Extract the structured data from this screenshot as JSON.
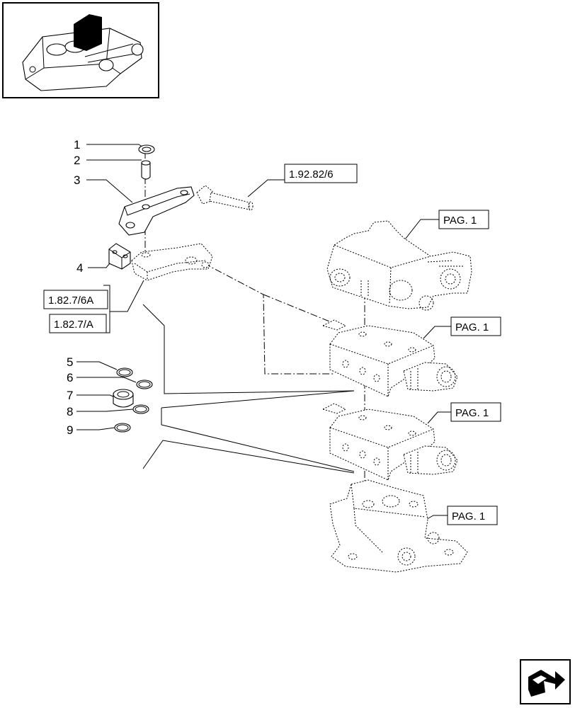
{
  "callouts": [
    {
      "id": "1",
      "label": "1"
    },
    {
      "id": "2",
      "label": "2"
    },
    {
      "id": "3",
      "label": "3"
    },
    {
      "id": "4",
      "label": "4"
    },
    {
      "id": "5",
      "label": "5"
    },
    {
      "id": "6",
      "label": "6"
    },
    {
      "id": "7",
      "label": "7"
    },
    {
      "id": "8",
      "label": "8"
    },
    {
      "id": "9",
      "label": "9"
    }
  ],
  "references": {
    "ref_1_92_82_6": "1.92.82/6",
    "ref_1_82_7_6a": "1.82.7/6A",
    "ref_1_82_7_a": "1.82.7/A",
    "pag_1": "PAG. 1",
    "pag_2": "PAG. 1",
    "pag_3": "PAG. 1",
    "pag_4": "PAG. 1"
  },
  "icons": {
    "thumbnail": "lift-housing-thumbnail-icon",
    "nav": "next-page-arrow-icon"
  }
}
